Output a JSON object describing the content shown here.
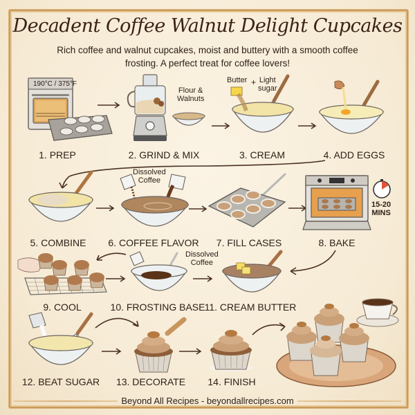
{
  "header": {
    "title": "Decadent Coffee Walnut Delight Cupcakes",
    "subtitle_line1": "Rich coffee and walnut cupcakes, moist and buttery with a smooth coffee",
    "subtitle_line2": "frosting. A perfect treat for coffee lovers!"
  },
  "steps": [
    {
      "label": "1. PREP",
      "note": "190°C / 375°F",
      "icon": "oven-and-muffin-tin"
    },
    {
      "label": "2. GRIND & MIX",
      "note_line1": "Flour &",
      "note_line2": "Walnuts",
      "icon": "food-processor"
    },
    {
      "label": "3. CREAM",
      "note_a": "Butter",
      "note_plus": "+",
      "note_b_line1": "Light",
      "note_b_line2": "sugar",
      "icon": "mixing-bowl-whisk"
    },
    {
      "label": "4. ADD EGGS",
      "icon": "bowl-with-egg"
    },
    {
      "label": "5. COMBINE",
      "icon": "bowl-with-spatula"
    },
    {
      "label": "6. COFFEE FLAVOR",
      "note_line1": "Dissolved",
      "note_line2": "Coffee",
      "icon": "pouring-coffee"
    },
    {
      "label": "7. FILL CASES",
      "icon": "muffin-tin-spoon"
    },
    {
      "label": "8. BAKE",
      "timer_line1": "15-20",
      "timer_line2": "MINS",
      "icon": "oven-baking"
    },
    {
      "label": "9. COOL",
      "icon": "cooling-rack"
    },
    {
      "label": "10. FROSTING BASE",
      "note_line1": "Dissolved",
      "note_line2": "Coffee",
      "icon": "bowl-coffee-spoon"
    },
    {
      "label": "11. CREAM BUTTER",
      "icon": "bowl-butter-whisk"
    },
    {
      "label": "12. BEAT SUGAR",
      "icon": "bowl-sugar-whisk"
    },
    {
      "label": "13. DECORATE",
      "icon": "cupcake-piping"
    },
    {
      "label": "14. FINISH",
      "icon": "finished-cupcake"
    }
  ],
  "final_image": {
    "icon": "cupcake-platter-with-coffee"
  },
  "footer": {
    "text": "Beyond All Recipes - beyondallrecipes.com"
  },
  "colors": {
    "background": "#f5ead6",
    "frame": "#c99a5b",
    "text": "#2e2018",
    "frosting": "#c9a078",
    "cake": "#9a6a45",
    "batter": "#f2e3a6"
  }
}
